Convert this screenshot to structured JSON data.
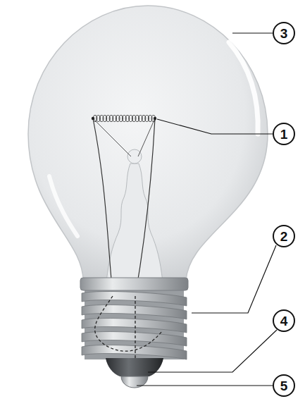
{
  "diagram": {
    "labels": [
      "3",
      "1",
      "2",
      "4",
      "5"
    ]
  }
}
